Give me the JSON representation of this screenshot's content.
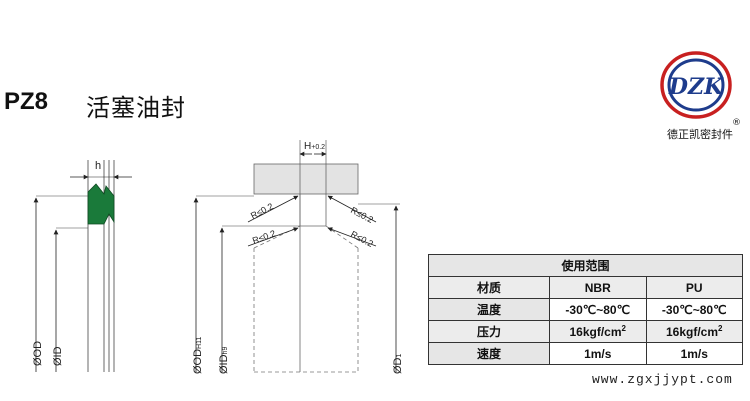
{
  "header": {
    "product_code": "PZ8",
    "product_name": "活塞油封"
  },
  "logo": {
    "letters": "DZK",
    "registered_mark": "®",
    "company_caption": "德正凯密封件"
  },
  "drawing_left": {
    "width_label": "h",
    "od_label": "ØOD",
    "id_label": "ØID",
    "seal_color": "#1a7a3a"
  },
  "drawing_right": {
    "groove_width_label": "H",
    "groove_width_tol": "+0.2",
    "radius_labels": [
      "R≤0.2",
      "R≤0.2",
      "R≤0.2",
      "R≤0.2"
    ],
    "od_label": "ØOD",
    "od_fit": "H11",
    "id_label": "ØID",
    "id_fit": "h9",
    "d1_label": "ØD",
    "d1_sub": "1"
  },
  "spec_table": {
    "title": "使用范围",
    "columns": [
      "材质",
      "NBR",
      "PU"
    ],
    "rows": [
      {
        "label": "温度",
        "nbr": "-30℃~80℃",
        "pu": "-30℃~80℃"
      },
      {
        "label": "压力",
        "nbr": "16kgf/cm",
        "pu": "16kgf/cm",
        "sup": "2"
      },
      {
        "label": "速度",
        "nbr": "1m/s",
        "pu": "1m/s"
      }
    ]
  },
  "watermark": "www.zgxjjypt.com"
}
